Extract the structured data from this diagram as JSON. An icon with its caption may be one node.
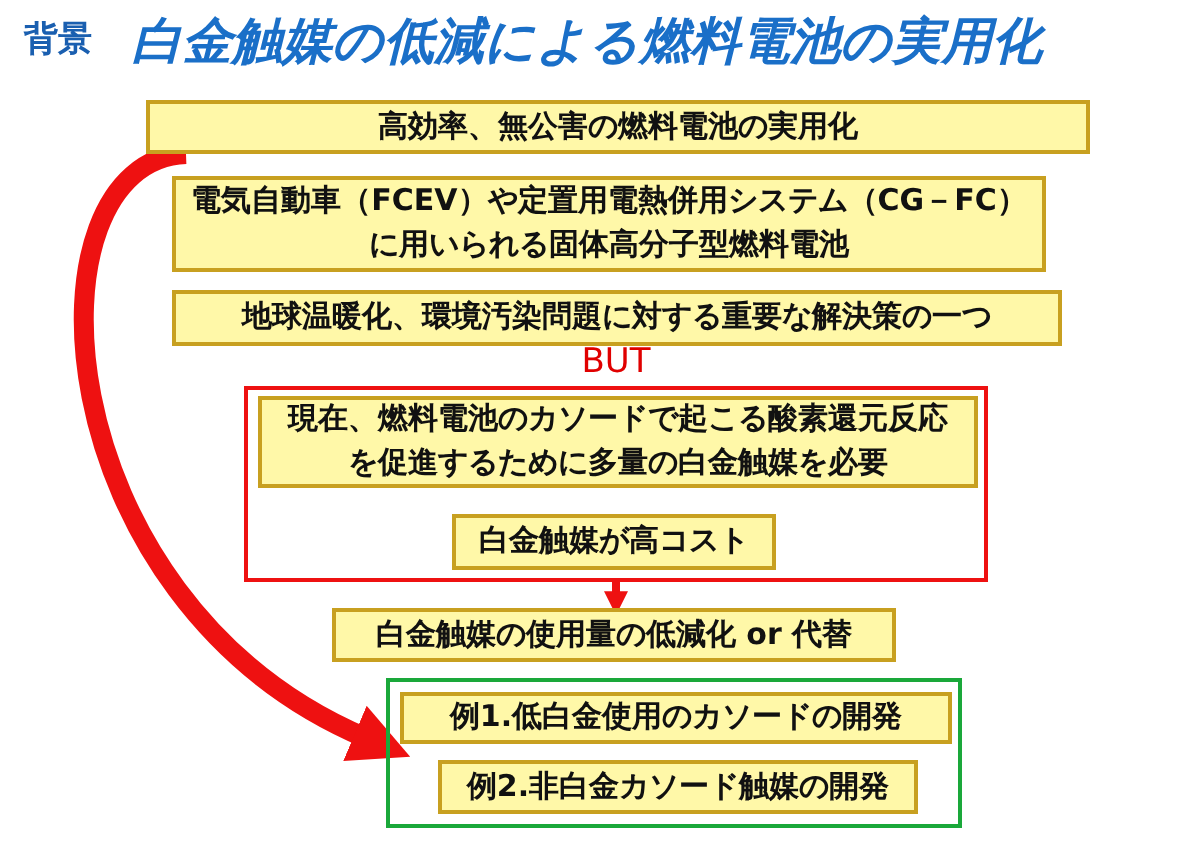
{
  "diagram": {
    "title": "白金触媒の低減による燃料電池の実用化",
    "nodes": [
      {
        "text": [
          "高効率、無公害の燃料電池の実用化"
        ]
      },
      {
        "text": [
          "電気自動車（FCEV）や定置用電熱併用システム（CG－FC）に用いられる固体高分子型燃料電池"
        ]
      },
      {
        "text": [
          "地球温暖化、環境汚染問題に対する重要な解決策の一つ"
        ]
      },
      {
        "text": [
          "BUT"
        ]
      },
      {
        "text": [
          "現在、燃料電池のカソードで起こる酸素還元反応を促進するために多量の白金触媒を必要"
        ],
        "in": 3
      },
      {
        "text": [
          "白金触媒が高コスト"
        ],
        "in": 3
      },
      {
        "text": [
          "白金触媒の使用量の低減化 or 代替"
        ]
      },
      {
        "text": [],
        "shape": "box"
      },
      {
        "text": [
          "例1.低白金使用のカソードの開発"
        ],
        "in": 7
      },
      {
        "text": [
          "例2.非白金カソード触媒の開発"
        ],
        "in": 7
      }
    ],
    "edges": [
      {
        "from": 3,
        "to": 6,
        "arrow": "to"
      },
      {
        "from": 0,
        "to": 7,
        "arrow": "to",
        "style": "thick"
      }
    ],
    "labels": [
      "背景"
    ]
  }
}
